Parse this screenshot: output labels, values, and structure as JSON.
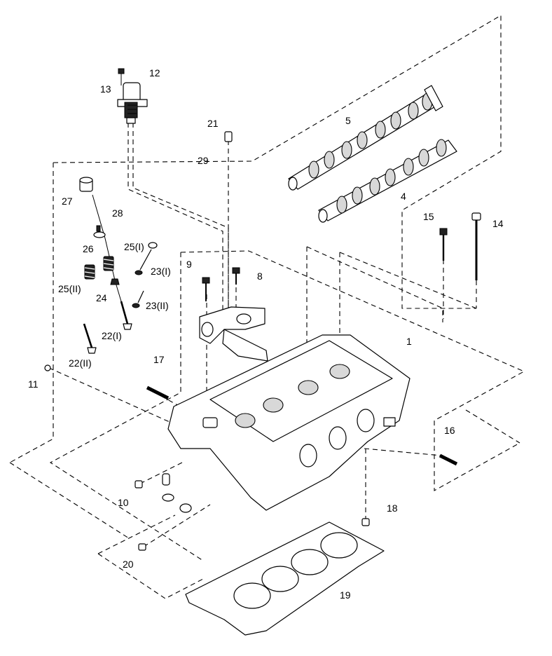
{
  "labels": {
    "l1": "1",
    "l4": "4",
    "l5": "5",
    "l8": "8",
    "l9": "9",
    "l10": "10",
    "l11": "11",
    "l12": "12",
    "l13": "13",
    "l14": "14",
    "l15": "15",
    "l16": "16",
    "l17": "17",
    "l18": "18",
    "l19": "19",
    "l20": "20",
    "l21": "21",
    "l22i": "22(I)",
    "l22ii": "22(II)",
    "l23i": "23(I)",
    "l23ii": "23(II)",
    "l24": "24",
    "l25i": "25(I)",
    "l25ii": "25(II)",
    "l26": "26",
    "l27": "27",
    "l28": "28",
    "l29": "29"
  }
}
